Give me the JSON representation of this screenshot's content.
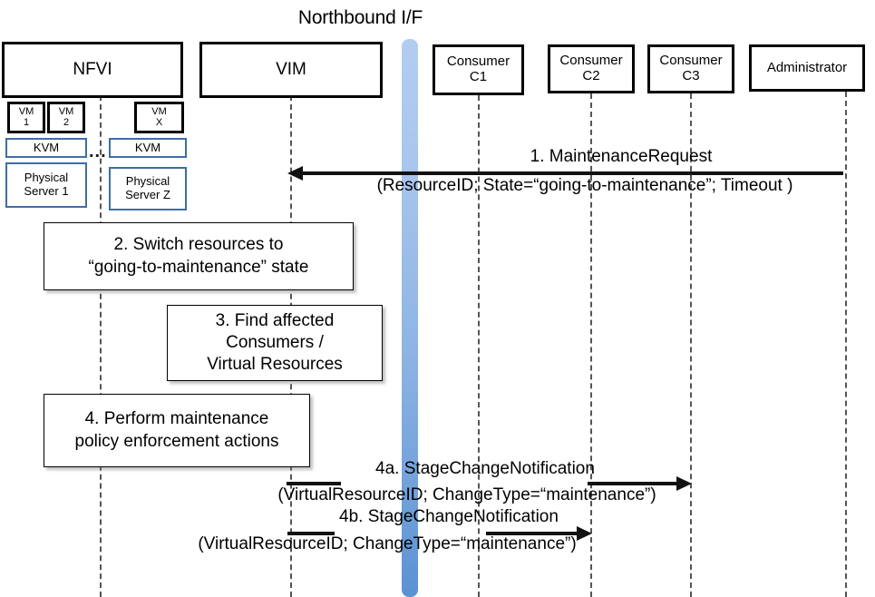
{
  "diagram": {
    "title": "Northbound I/F",
    "type": "sequence-diagram"
  },
  "actors": [
    {
      "id": "nfvi",
      "label": "NFVI"
    },
    {
      "id": "vim",
      "label": "VIM"
    },
    {
      "id": "c1",
      "label": "Consumer\nC1"
    },
    {
      "id": "c2",
      "label": "Consumer\nC2"
    },
    {
      "id": "c3",
      "label": "Consumer\nC3"
    },
    {
      "id": "admin",
      "label": "Administrator"
    }
  ],
  "nfvi_stack": {
    "vms": [
      {
        "label": "VM\n1"
      },
      {
        "label": "VM\n2"
      },
      {
        "label": "VM\nX"
      }
    ],
    "hypervisors": [
      {
        "label": "KVM"
      },
      {
        "label": "KVM"
      }
    ],
    "servers": [
      {
        "label": "Physical\nServer 1"
      },
      {
        "label": "Physical\nServer Z"
      }
    ],
    "ellipsis": "...",
    "border_color": "#3e6ea3"
  },
  "northbound_bar": {
    "name": "northbound-interface-bar",
    "color_top": "#b3cdf0",
    "color_bottom": "#5b92d4"
  },
  "steps": [
    {
      "id": "step-2",
      "text": "2. Switch resources to\n“going-to-maintenance” state"
    },
    {
      "id": "step-3",
      "text": "3. Find affected\nConsumers /\nVirtual Resources"
    },
    {
      "id": "step-4",
      "text": "4. Perform maintenance\npolicy enforcement actions"
    }
  ],
  "messages": [
    {
      "id": "msg-1",
      "number": "1.",
      "name": "MaintenanceRequest",
      "title": "1.    MaintenanceRequest",
      "params": "(ResourceID; State=“going-to-maintenance”; Timeout )",
      "from": "admin",
      "to": "vim",
      "direction": "left"
    },
    {
      "id": "msg-4a",
      "number": "4a.",
      "name": "StageChangeNotification",
      "title": "4a. StageChangeNotification",
      "params": "(VirtualResourceID; ChangeType=“maintenance”)",
      "from": "vim",
      "to": "c3",
      "direction": "right"
    },
    {
      "id": "msg-4b",
      "number": "4b.",
      "name": "StageChangeNotification",
      "title": "4b. StageChangeNotification",
      "params": "(VirtualResourceID; ChangeType=“maintenance”)",
      "from": "vim",
      "to": "c2",
      "direction": "right"
    }
  ]
}
